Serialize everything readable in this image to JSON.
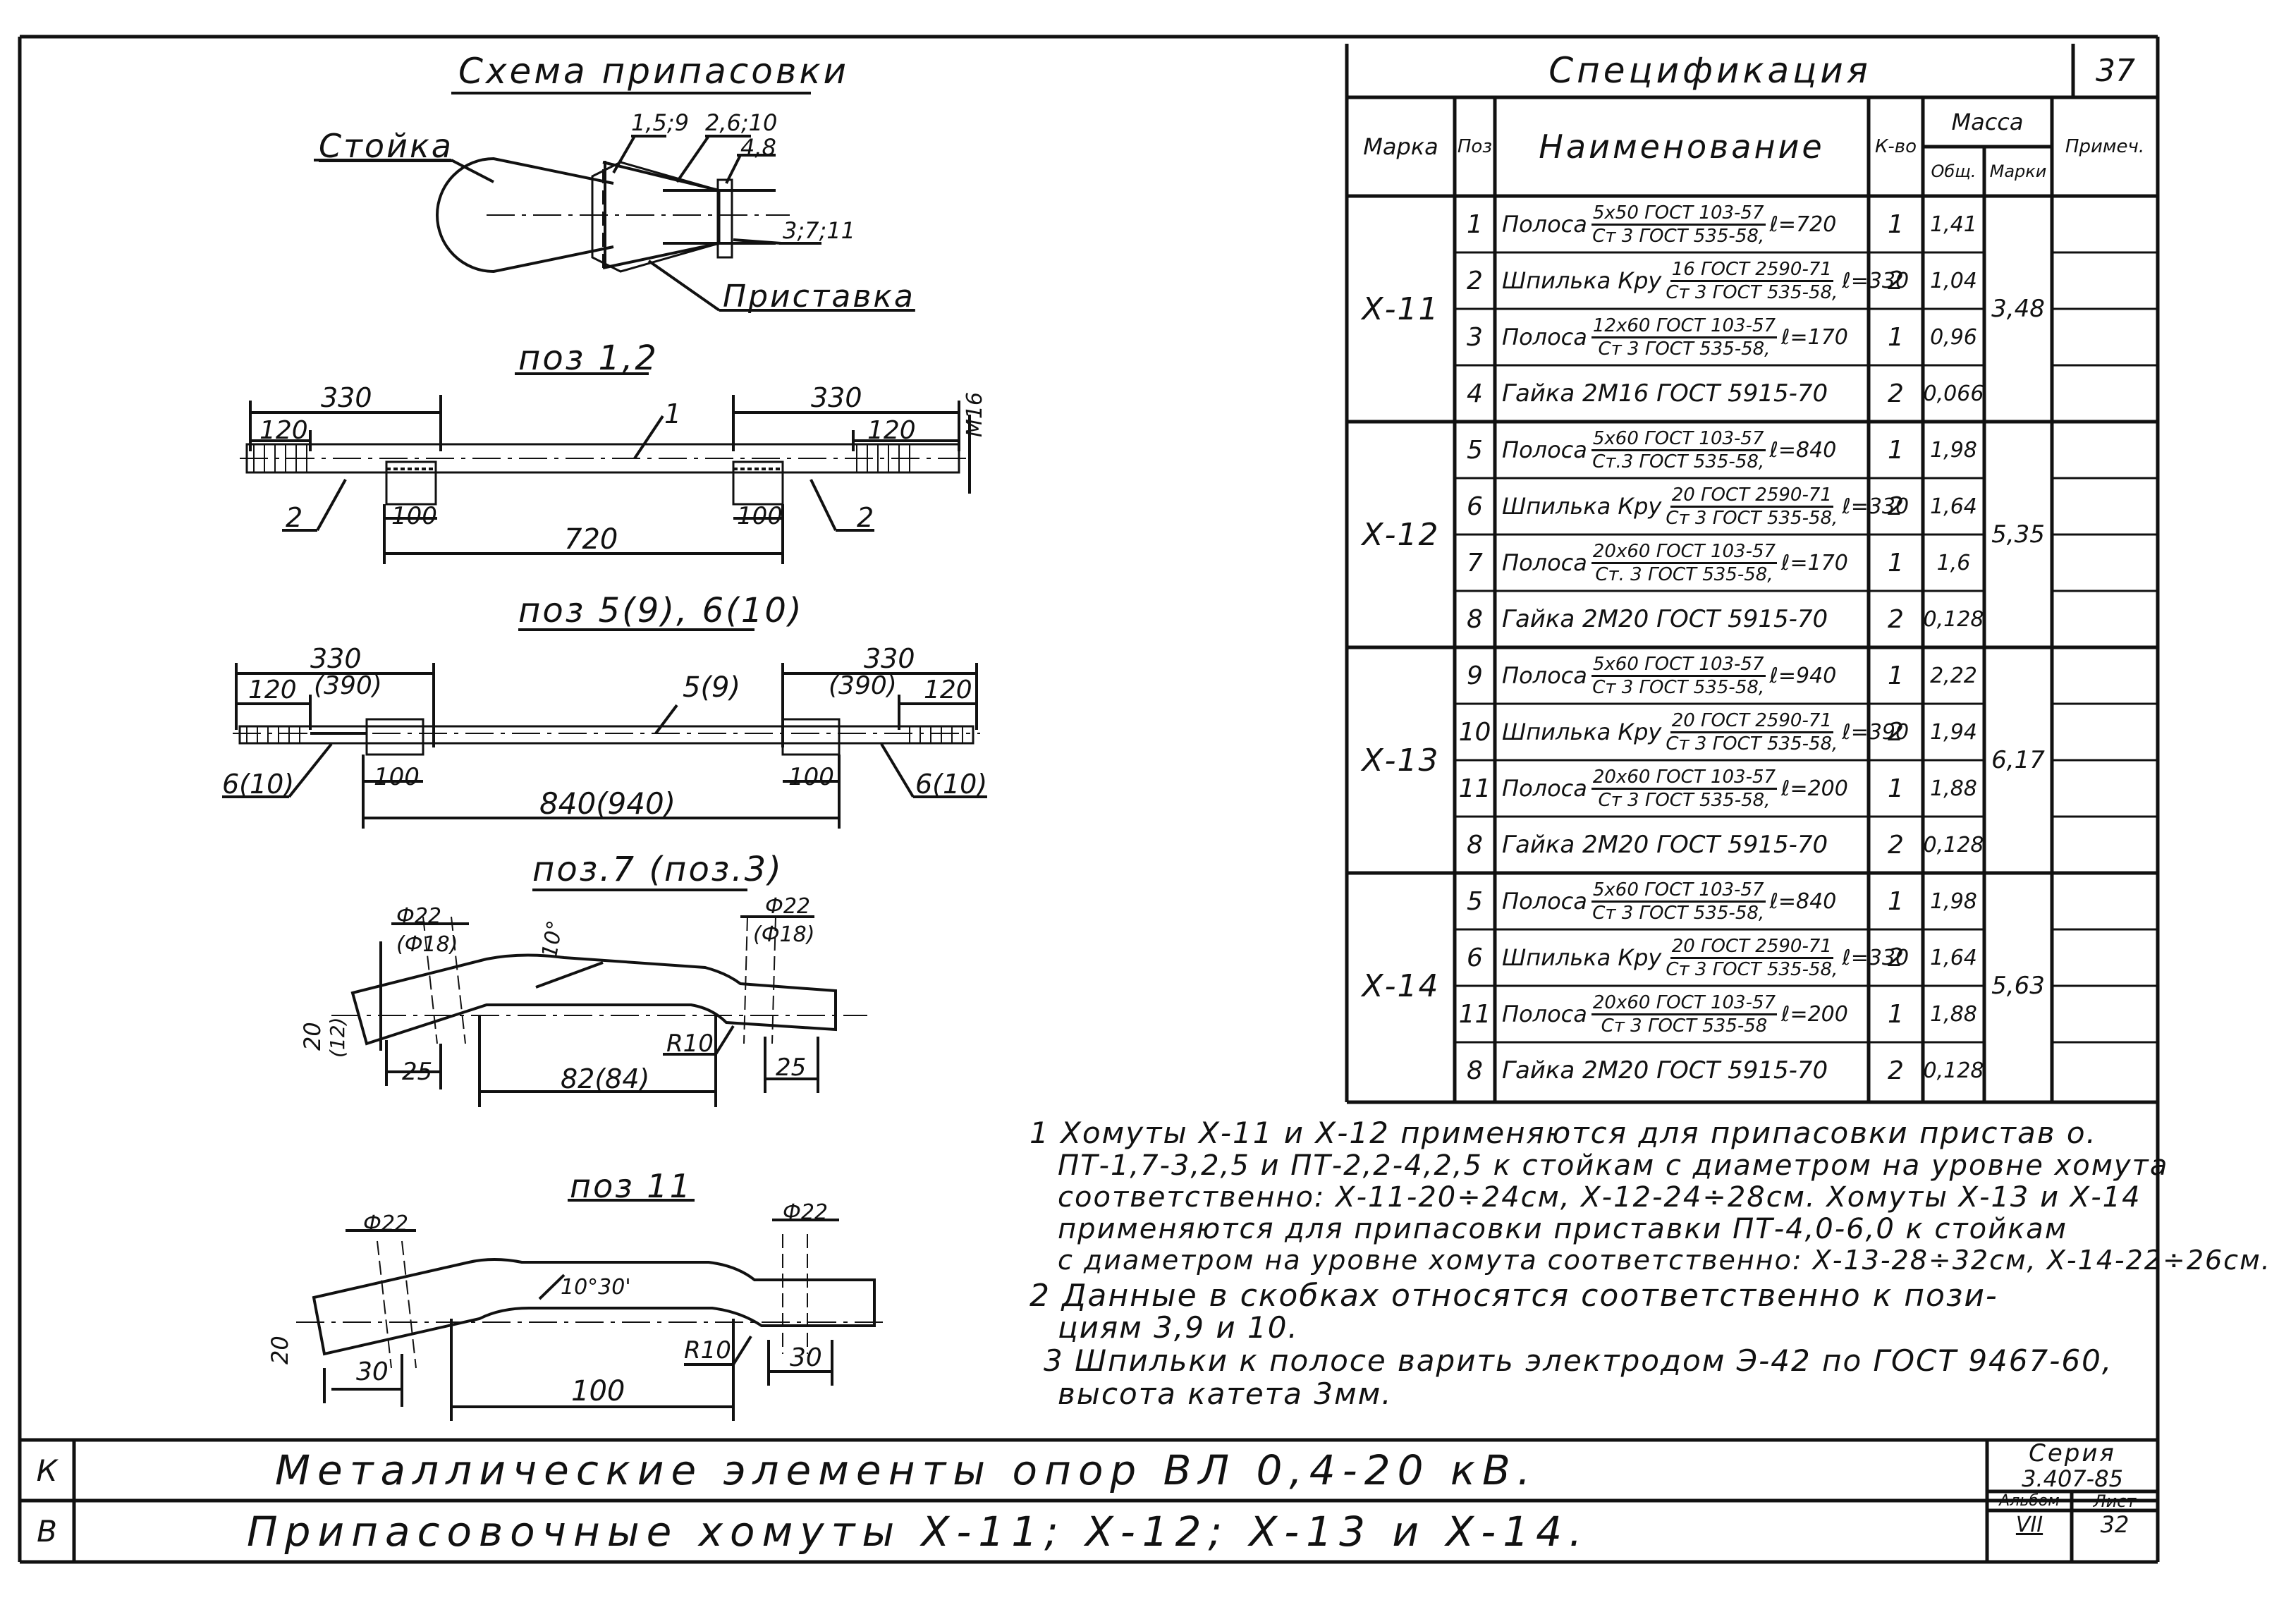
{
  "sheet_number": "37",
  "scheme": {
    "title": "Схема припасовки",
    "stoika": "Стойка",
    "pristavka": "Приставка",
    "callout_a": "1,5;9",
    "callout_b": "2,6;10",
    "callout_c": "4,8",
    "callout_d": "3;7;11"
  },
  "poz12": {
    "title": "поз 1,2",
    "dim_330_l": "330",
    "dim_330_r": "330",
    "dim_120_l": "120",
    "dim_120_r": "120",
    "thread": "M16",
    "dim_100_l": "100",
    "dim_100_r": "100",
    "dim_720": "720",
    "pos_1": "1",
    "pos_2_l": "2",
    "pos_2_r": "2"
  },
  "poz56": {
    "title": "поз 5(9), 6(10)",
    "dim_330_l": "330",
    "dim_330_r": "330",
    "dim_390_l": "(390)",
    "dim_390_r": "(390)",
    "dim_120_l": "120",
    "dim_120_r": "120",
    "pos_59": "5(9)",
    "pos_610_l": "6(10)",
    "pos_610_r": "6(10)",
    "dim_100_l": "100",
    "dim_100_r": "100",
    "dim_840": "840(940)"
  },
  "poz73": {
    "title": "поз.7 (поз.3)",
    "phi22_l": "Ф22",
    "phi18_l": "(Ф18)",
    "phi22_r": "Ф22",
    "phi18_r": "(Ф18)",
    "angle": "10°",
    "dim_20": "20",
    "dim_12": "(12)",
    "dim_25_l": "25",
    "dim_25_r": "25",
    "dim_82": "82(84)",
    "radius": "R10"
  },
  "poz11": {
    "title": "поз 11",
    "phi22_l": "Ф22",
    "phi22_r": "Ф22",
    "angle": "10°30'",
    "dim_20": "20",
    "dim_30_l": "30",
    "dim_30_r": "30",
    "dim_100": "100",
    "radius": "R10"
  },
  "spec": {
    "title": "Спецификация",
    "headers": {
      "marka": "Марка",
      "poz": "Поз",
      "name": "Наименование",
      "qty": "К-во",
      "mass": "Масса",
      "mass_total": "Общ.",
      "mass_marka": "Марки",
      "note": "Примеч."
    },
    "groups": [
      {
        "marka": "Х-11",
        "mass": "3,48",
        "rows": [
          {
            "poz": "1",
            "kind": "Полоса",
            "top": "5х50 ГОСТ 103-57",
            "bot": "Ст 3 ГОСТ 535-58,",
            "len": "ℓ=720",
            "qty": "1",
            "mass": "1,41"
          },
          {
            "poz": "2",
            "kind": "Шпилька Кру",
            "top": "16 ГОСТ 2590-71",
            "bot": "Ст 3 ГОСТ 535-58,",
            "len": "ℓ=330",
            "qty": "2",
            "mass": "1,04"
          },
          {
            "poz": "3",
            "kind": "Полоса",
            "top": "12х60 ГОСТ 103-57",
            "bot": "Ст 3 ГОСТ 535-58,",
            "len": "ℓ=170",
            "qty": "1",
            "mass": "0,96"
          },
          {
            "poz": "4",
            "kind": "Гайка 2М16 ГОСТ 5915-70",
            "top": "",
            "bot": "",
            "len": "",
            "qty": "2",
            "mass": "0,066"
          }
        ]
      },
      {
        "marka": "Х-12",
        "mass": "5,35",
        "rows": [
          {
            "poz": "5",
            "kind": "Полоса",
            "top": "5х60 ГОСТ 103-57",
            "bot": "Ст.3 ГОСТ 535-58,",
            "len": "ℓ=840",
            "qty": "1",
            "mass": "1,98"
          },
          {
            "poz": "6",
            "kind": "Шпилька Кру",
            "top": "20 ГОСТ 2590-71",
            "bot": "Ст 3 ГОСТ 535-58,",
            "len": "ℓ=330",
            "qty": "2",
            "mass": "1,64"
          },
          {
            "poz": "7",
            "kind": "Полоса",
            "top": "20х60 ГОСТ 103-57",
            "bot": "Ст. 3 ГОСТ 535-58,",
            "len": "ℓ=170",
            "qty": "1",
            "mass": "1,6"
          },
          {
            "poz": "8",
            "kind": "Гайка 2М20 ГОСТ 5915-70",
            "top": "",
            "bot": "",
            "len": "",
            "qty": "2",
            "mass": "0,128"
          }
        ]
      },
      {
        "marka": "Х-13",
        "mass": "6,17",
        "rows": [
          {
            "poz": "9",
            "kind": "Полоса",
            "top": "5х60 ГОСТ 103-57",
            "bot": "Ст 3 ГОСТ 535-58,",
            "len": "ℓ=940",
            "qty": "1",
            "mass": "2,22"
          },
          {
            "poz": "10",
            "kind": "Шпилька Кру",
            "top": "20 ГОСТ 2590-71",
            "bot": "Ст 3 ГОСТ 535-58,",
            "len": "ℓ=390",
            "qty": "2",
            "mass": "1,94"
          },
          {
            "poz": "11",
            "kind": "Полоса",
            "top": "20х60 ГОСТ 103-57",
            "bot": "Ст 3 ГОСТ 535-58,",
            "len": "ℓ=200",
            "qty": "1",
            "mass": "1,88"
          },
          {
            "poz": "8",
            "kind": "Гайка 2М20 ГОСТ 5915-70",
            "top": "",
            "bot": "",
            "len": "",
            "qty": "2",
            "mass": "0,128"
          }
        ]
      },
      {
        "marka": "Х-14",
        "mass": "5,63",
        "rows": [
          {
            "poz": "5",
            "kind": "Полоса",
            "top": "5х60 ГОСТ 103-57",
            "bot": "Ст 3 ГОСТ 535-58,",
            "len": "ℓ=840",
            "qty": "1",
            "mass": "1,98"
          },
          {
            "poz": "6",
            "kind": "Шпилька Кру",
            "top": "20 ГОСТ 2590-71",
            "bot": "Ст 3 ГОСТ 535-58,",
            "len": "ℓ=330",
            "qty": "2",
            "mass": "1,64"
          },
          {
            "poz": "11",
            "kind": "Полоса",
            "top": "20х60 ГОСТ 103-57",
            "bot": "Ст 3 ГОСТ 535-58",
            "len": "ℓ=200",
            "qty": "1",
            "mass": "1,88"
          },
          {
            "poz": "8",
            "kind": "Гайка 2М20 ГОСТ 5915-70",
            "top": "",
            "bot": "",
            "len": "",
            "qty": "2",
            "mass": "0,128"
          }
        ]
      }
    ]
  },
  "notes": [
    "1 Хомуты Х-11 и Х-12 применяются для припасовки пристав о.",
    "ПТ-1,7-3,2,5 и ПТ-2,2-4,2,5 к стойкам с диаметром на уровне хомута",
    "соответственно: Х-11-20÷24см, Х-12-24÷28см. Хомуты Х-13 и Х-14",
    "применяются для припасовки приставки ПТ-4,0-6,0 к стойкам",
    "с диаметром на уровне хомута соответственно: Х-13-28÷32см, Х-14-22÷26см.",
    "2 Данные в скобках относятся соответственно к пози-",
    "циям 3,9 и 10.",
    "3 Шпильки к полосе варить электродом Э-42 по ГОСТ 9467-60,",
    "высота катета 3мм."
  ],
  "titleblock": {
    "letter_top": "К",
    "letter_bot": "В",
    "line1": "Металлические элементы опор ВЛ 0,4-20 кВ.",
    "line2": "Припасовочные хомуты Х-11; Х-12; Х-13 и Х-14.",
    "series_label": "Серия",
    "series_value": "3.407-85",
    "album_label": "Альбом",
    "album_value": "VII",
    "sheet_label": "Лист",
    "sheet_value": "32"
  }
}
